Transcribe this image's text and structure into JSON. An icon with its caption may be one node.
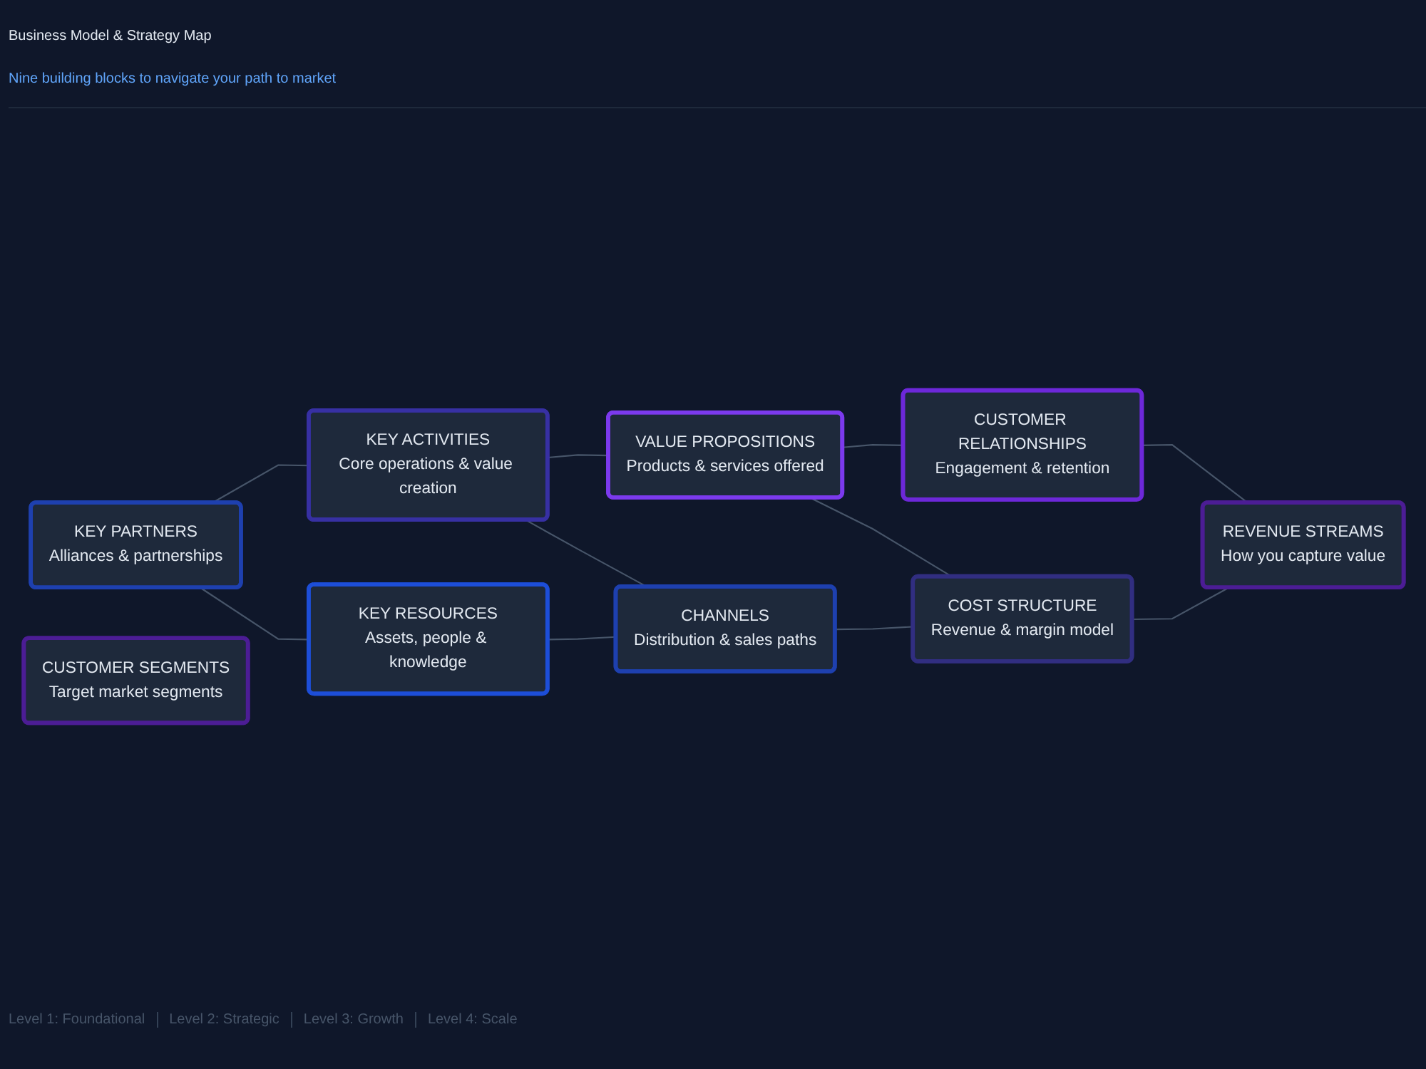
{
  "diagram": {
    "title": "Business Model & Strategy Map",
    "nodes": [
      {
        "text": [
          "KEY PARTNERS",
          "Alliances & partnerships"
        ]
      },
      {
        "text": [
          "KEY ACTIVITIES",
          "Core operations & value creation"
        ]
      },
      {
        "text": [
          "VALUE PROPOSITIONS",
          "Products & services offered"
        ]
      },
      {
        "text": [
          "CUSTOMER RELATIONSHIPS",
          "Engagement & retention"
        ]
      },
      {
        "text": [
          "CUSTOMER SEGMENTS",
          "Target market segments"
        ]
      },
      {
        "text": [
          "KEY RESOURCES",
          "Assets, people & knowledge"
        ]
      },
      {
        "text": [
          "CHANNELS",
          "Distribution & sales paths"
        ]
      },
      {
        "text": [
          "COST STRUCTURE",
          "Revenue & margin model"
        ]
      },
      {
        "text": [
          "REVENUE STREAMS",
          "How you capture value"
        ]
      }
    ],
    "edges": [
      {
        "from": 0,
        "to": 1,
        "arrow": "none"
      },
      {
        "from": 1,
        "to": 2,
        "arrow": "none"
      },
      {
        "from": 2,
        "to": 3,
        "arrow": "none"
      },
      {
        "from": 0,
        "to": 5,
        "arrow": "none"
      },
      {
        "from": 1,
        "to": 6,
        "arrow": "none"
      },
      {
        "from": 2,
        "to": 7,
        "arrow": "none"
      },
      {
        "from": 3,
        "to": 8,
        "arrow": "none"
      },
      {
        "from": 5,
        "to": 6,
        "arrow": "none"
      },
      {
        "from": 6,
        "to": 7,
        "arrow": "none"
      },
      {
        "from": 7,
        "to": 8,
        "arrow": "none"
      }
    ],
    "labels": [
      "Nine building blocks to navigate your path to market",
      "Level 1: Foundational",
      "Level 2: Strategic",
      "Level 3: Growth",
      "Level 4: Scale"
    ]
  }
}
